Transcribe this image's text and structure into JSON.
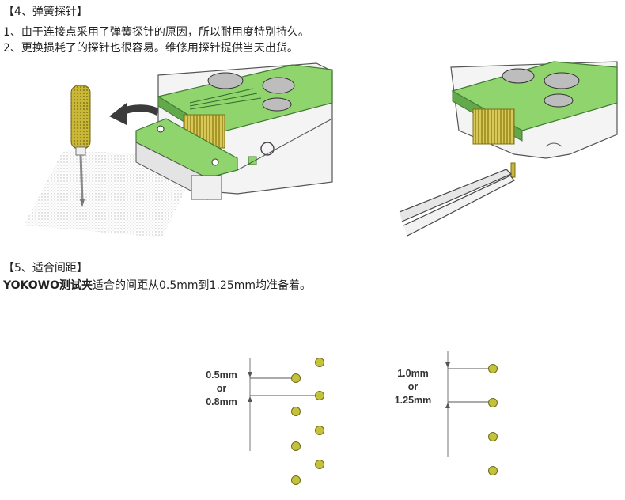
{
  "section4": {
    "heading": "【4、弹簧探针】",
    "line1": "1、由于连接点采用了弹簧探针的原因，所以耐用度特别持久。",
    "line2": "2、更换损耗了的探针也很容易。维修用探针提供当天出货。"
  },
  "section5": {
    "heading": "【5、适合间距】",
    "brand": "YOKOWO测试夹",
    "text": "适合的间距从0.5mm到1.25mm均准备着。"
  },
  "diagram_left": {
    "label_top": "0.5mm",
    "label_mid": "or",
    "label_bottom": "0.8mm"
  },
  "diagram_right": {
    "label_top": "1.0mm",
    "label_mid": "or",
    "label_bottom": "1.25mm"
  },
  "colors": {
    "green": "#8fd46c",
    "green_dark": "#4a8a3a",
    "dot": "#c4c23a",
    "gold": "#c8b43a"
  }
}
